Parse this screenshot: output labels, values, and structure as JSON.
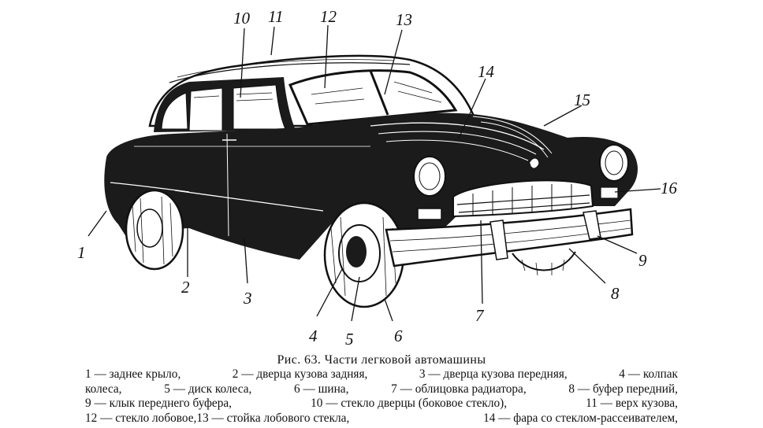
{
  "caption": {
    "title": "Рис. 63. Части легковой автомашины"
  },
  "callouts": [
    "1",
    "2",
    "3",
    "4",
    "5",
    "6",
    "7",
    "8",
    "9",
    "10",
    "11",
    "12",
    "13",
    "14",
    "15",
    "16"
  ],
  "legend_lines": [
    [
      "1 — заднее крыло,",
      "2 — дверца кузова задняя,",
      "3 — дверца кузова передняя,",
      "4 — колпак"
    ],
    [
      "колеса,",
      "5 — диск колеса,",
      "6 — шина,",
      "7 — облицовка радиатора,",
      "8 — буфер передний,"
    ],
    [
      "9 — клык переднего буфера,",
      "10 — стекло дверцы (боковое стекло),",
      "11 — верх кузова,"
    ],
    [
      "12 — стекло лобовое,13 — стойка лобового стекла,",
      "14 — фара со стеклом-рассеивателем,"
    ]
  ],
  "colors": {
    "ink": "#111111",
    "paper": "#ffffff",
    "body_shade": "#1b1b1b"
  }
}
